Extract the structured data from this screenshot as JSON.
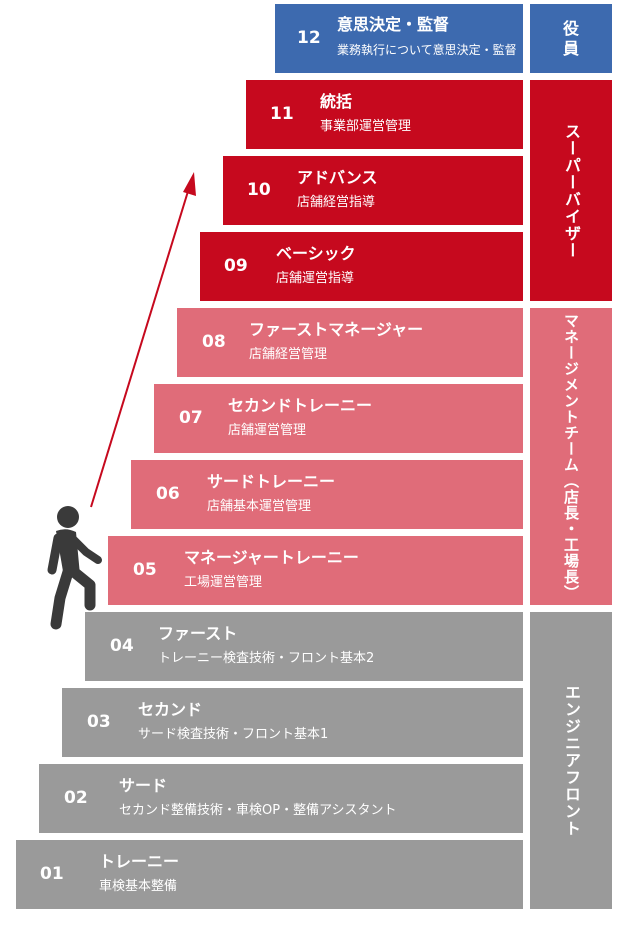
{
  "steps": [
    {
      "num": "12",
      "title": "意思決定・監督",
      "sub": "業務執行について意思決定・監督"
    },
    {
      "num": "11",
      "title": "統括",
      "sub": "事業部運営管理"
    },
    {
      "num": "10",
      "title": "アドバンス",
      "sub": "店舗経営指導"
    },
    {
      "num": "09",
      "title": "ベーシック",
      "sub": "店舗運営指導"
    },
    {
      "num": "08",
      "title": "ファーストマネージャー",
      "sub": "店舗経営管理"
    },
    {
      "num": "07",
      "title": "セカンドトレーニー",
      "sub": "店舗運営管理"
    },
    {
      "num": "06",
      "title": "サードトレーニー",
      "sub": "店舗基本運営管理"
    },
    {
      "num": "05",
      "title": "マネージャートレーニー",
      "sub": "工場運営管理"
    },
    {
      "num": "04",
      "title": "ファースト",
      "sub": "トレーニー検査技術・フロント基本2"
    },
    {
      "num": "03",
      "title": "セカンド",
      "sub": "サード検査技術・フロント基本1"
    },
    {
      "num": "02",
      "title": "サード",
      "sub": "セカンド整備技術・車検OP・整備アシスタント"
    },
    {
      "num": "01",
      "title": "トレーニー",
      "sub": "車検基本整備"
    }
  ],
  "categories": {
    "executive": "役員",
    "supervisor": "スーパーバイザー",
    "management": "マネージメントチーム（店長・工場長）",
    "engineer": "エンジニアフロント"
  },
  "icons": {
    "person": "walking-person-icon",
    "arrow": "up-arrow-icon"
  },
  "colors": {
    "executive": "#3d6aaf",
    "supervisor": "#c6091e",
    "management": "#e06c79",
    "engineer": "#9a9a9a",
    "person": "#3a3a3a"
  }
}
